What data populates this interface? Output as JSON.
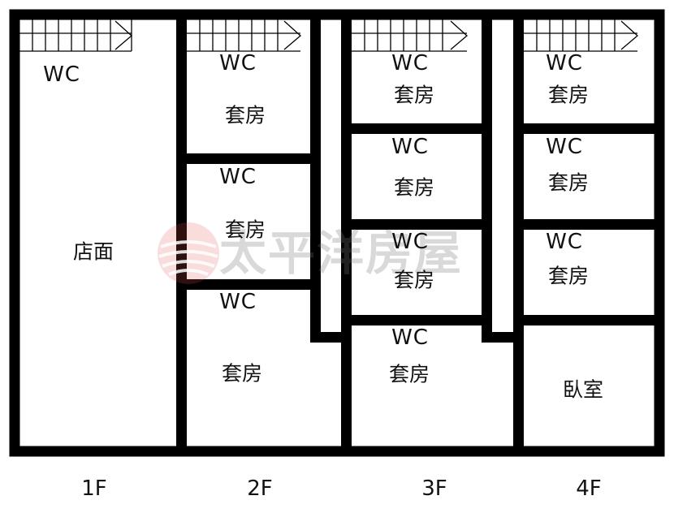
{
  "floors": [
    {
      "id": "1f",
      "label": "1F",
      "rooms": [
        {
          "label": "店面"
        }
      ],
      "wc": [
        "WC"
      ]
    },
    {
      "id": "2f",
      "label": "2F",
      "rooms": [
        {
          "label": "套房"
        },
        {
          "label": "套房"
        },
        {
          "label": "套房"
        }
      ],
      "wc": [
        "WC",
        "WC",
        "WC"
      ]
    },
    {
      "id": "3f",
      "label": "3F",
      "rooms": [
        {
          "label": "套房"
        },
        {
          "label": "套房"
        },
        {
          "label": "套房"
        },
        {
          "label": "套房"
        }
      ],
      "wc": [
        "WC",
        "WC",
        "WC",
        "WC"
      ]
    },
    {
      "id": "4f",
      "label": "4F",
      "rooms": [
        {
          "label": "套房"
        },
        {
          "label": "套房"
        },
        {
          "label": "套房"
        },
        {
          "label": "臥室"
        }
      ],
      "wc": [
        "WC",
        "WC",
        "WC"
      ]
    }
  ],
  "watermark": {
    "text": "太平洋房屋"
  },
  "colors": {
    "wall": "#000000",
    "background": "#ffffff",
    "watermark_red": "#e2534e"
  }
}
